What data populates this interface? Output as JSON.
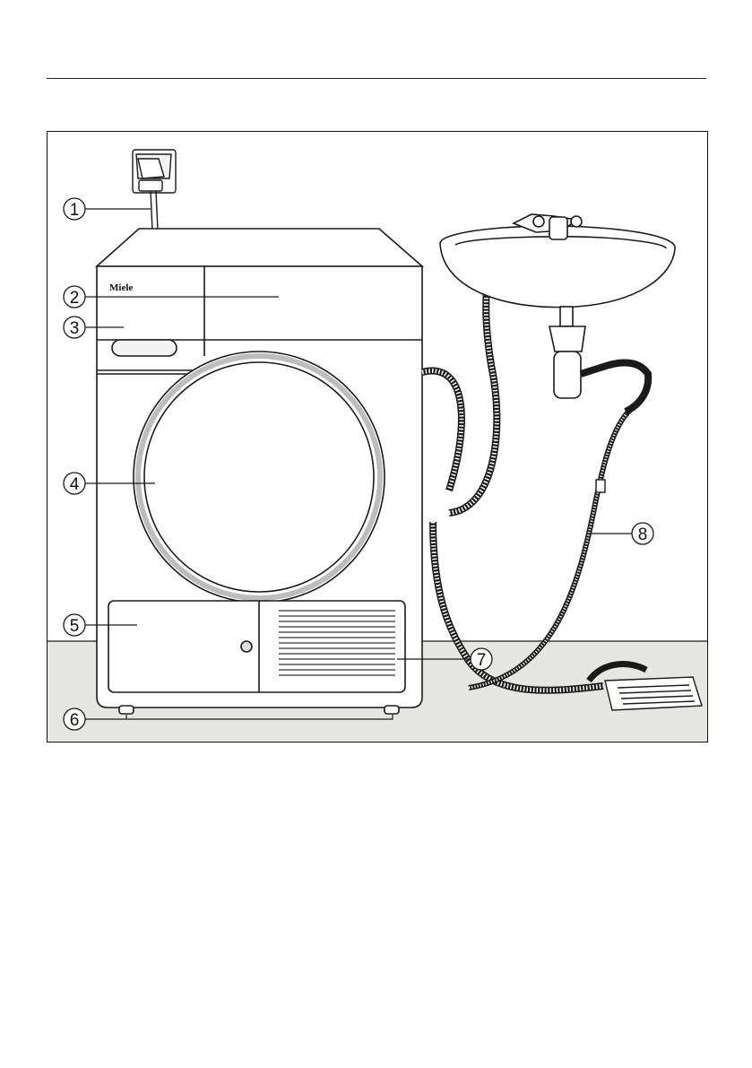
{
  "brand_logo_text": "Miele",
  "callouts": [
    {
      "id": "1",
      "label": "1"
    },
    {
      "id": "2",
      "label": "2"
    },
    {
      "id": "3",
      "label": "3"
    },
    {
      "id": "4",
      "label": "4"
    },
    {
      "id": "5",
      "label": "5"
    },
    {
      "id": "6",
      "label": "6"
    },
    {
      "id": "7",
      "label": "7"
    },
    {
      "id": "8",
      "label": "8"
    }
  ],
  "colors": {
    "floor": "#e6e7e3",
    "line": "#1a1a1a",
    "door_ring": "#bdbdbd"
  }
}
